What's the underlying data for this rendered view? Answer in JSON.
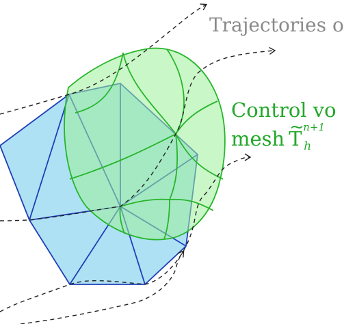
{
  "labels": {
    "trajectories": "Trajectories o",
    "control_line1": "Control vo",
    "control_line2_word": "mesh",
    "mesh_symbol": "T",
    "mesh_tilde": "~",
    "mesh_superscript": "n+1",
    "mesh_subscript": "h"
  },
  "colors": {
    "trajectory_label": "#8a8a8a",
    "control_label": "#22a829",
    "trajectory_line": "#222222",
    "mesh_edge": "#1f3fb6",
    "mesh_fill": "#aee1f4",
    "control_edge": "#27b52b",
    "control_fill": "#9ff09a",
    "control_fill_opacity": 0.55
  }
}
